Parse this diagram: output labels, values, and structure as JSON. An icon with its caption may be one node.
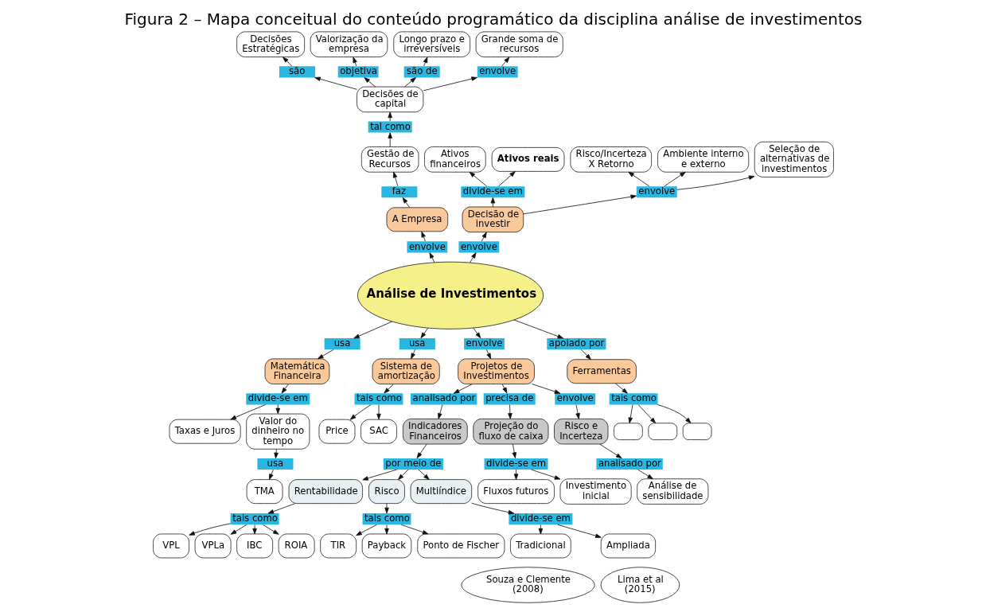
{
  "diagram": {
    "title": "Figura 2 – Mapa conceitual do conteúdo programático da disciplina análise de investimentos",
    "nodes": [
      {
        "text": [
          "Decisões Estratégicas"
        ]
      },
      {
        "text": [
          "Valorização da empresa"
        ]
      },
      {
        "text": [
          "Longo prazo e irreversíveis"
        ]
      },
      {
        "text": [
          "Grande soma de recursos"
        ]
      },
      {
        "text": [
          "são"
        ]
      },
      {
        "text": [
          "objetiva"
        ]
      },
      {
        "text": [
          "são de"
        ]
      },
      {
        "text": [
          "envolve"
        ]
      },
      {
        "text": [
          "Decisões de capital"
        ]
      },
      {
        "text": [
          "tal como"
        ]
      },
      {
        "text": [
          "Gestão de Recursos"
        ]
      },
      {
        "text": [
          "faz"
        ]
      },
      {
        "text": [
          "A Empresa"
        ]
      },
      {
        "text": [
          "envolve"
        ]
      },
      {
        "text": [
          "Ativos financeiros"
        ]
      },
      {
        "text": [
          "Ativos reais"
        ]
      },
      {
        "text": [
          "divide-se em"
        ]
      },
      {
        "text": [
          "Decisão de investir"
        ]
      },
      {
        "text": [
          "envolve"
        ]
      },
      {
        "text": [
          "Risco/Incerteza X Retorno"
        ]
      },
      {
        "text": [
          "envolve"
        ]
      },
      {
        "text": [
          "Ambiente interno e externo"
        ]
      },
      {
        "text": [
          "Seleção de alternativas de investimentos"
        ]
      },
      {
        "text": [
          "Análise de Investimentos"
        ]
      },
      {
        "text": [
          "usa"
        ]
      },
      {
        "text": [
          "Matemática Financeira"
        ]
      },
      {
        "text": [
          "divide-se em"
        ]
      },
      {
        "text": [
          "Taxas e Juros"
        ]
      },
      {
        "text": [
          "Valor do dinheiro no tempo"
        ]
      },
      {
        "text": [
          "usa"
        ]
      },
      {
        "text": [
          "TMA"
        ]
      },
      {
        "text": [
          "usa"
        ]
      },
      {
        "text": [
          "Sistema de amortização"
        ]
      },
      {
        "text": [
          "tais como"
        ]
      },
      {
        "text": [
          "Price"
        ]
      },
      {
        "text": [
          "SAC"
        ]
      },
      {
        "text": [
          "envolve"
        ]
      },
      {
        "text": [
          "Projetos de Investimentos"
        ]
      },
      {
        "text": [
          "apoiado por"
        ]
      },
      {
        "text": [
          "Ferramentas"
        ]
      },
      {
        "text": [
          "tais como"
        ]
      },
      {
        "text": [],
        "shape": "box"
      },
      {
        "text": [],
        "shape": "box"
      },
      {
        "text": [],
        "shape": "box"
      },
      {
        "text": [
          "analisado por"
        ]
      },
      {
        "text": [
          "Indicadores Financeiros"
        ]
      },
      {
        "text": [
          "precisa de"
        ]
      },
      {
        "text": [
          "envolve"
        ]
      },
      {
        "text": [
          "Risco e Incerteza"
        ]
      },
      {
        "text": [
          "por meio de"
        ]
      },
      {
        "text": [
          "Rentabilidade"
        ]
      },
      {
        "text": [
          "Risco"
        ]
      },
      {
        "text": [
          "Multiíndice"
        ]
      },
      {
        "text": [
          "tais como"
        ]
      },
      {
        "text": [
          "VPL"
        ]
      },
      {
        "text": [
          "VPLa"
        ]
      },
      {
        "text": [
          "IBC"
        ]
      },
      {
        "text": [
          "ROIA"
        ]
      },
      {
        "text": [
          "tais como"
        ]
      },
      {
        "text": [
          "TIR"
        ]
      },
      {
        "text": [
          "Payback"
        ]
      },
      {
        "text": [
          "Ponto de Fischer"
        ]
      },
      {
        "text": [
          "divide-se em"
        ]
      },
      {
        "text": [
          "Tradicional"
        ]
      },
      {
        "text": [
          "Ampliada"
        ]
      },
      {
        "text": [
          "Souza e Clemente (2008)"
        ]
      },
      {
        "text": [
          "Lima et al (2015)"
        ]
      },
      {
        "text": [
          "Projeção do fluxo de caixa"
        ]
      },
      {
        "text": [
          "divide-se em"
        ]
      },
      {
        "text": [
          "Fluxos futuros"
        ]
      },
      {
        "text": [
          "Investimento inicial"
        ]
      },
      {
        "text": [
          "analisado por"
        ]
      },
      {
        "text": [
          "Análise de sensibilidade"
        ]
      }
    ],
    "edges": [
      {
        "from": 8,
        "to": 4,
        "arrow": "to"
      },
      {
        "from": 4,
        "to": 0,
        "arrow": "to"
      },
      {
        "from": 8,
        "to": 5,
        "arrow": "to"
      },
      {
        "from": 5,
        "to": 1,
        "arrow": "to"
      },
      {
        "from": 8,
        "to": 6,
        "arrow": "to"
      },
      {
        "from": 6,
        "to": 2,
        "arrow": "to"
      },
      {
        "from": 8,
        "to": 7,
        "arrow": "to"
      },
      {
        "from": 7,
        "to": 3,
        "arrow": "to"
      },
      {
        "from": 10,
        "to": 9,
        "arrow": "to"
      },
      {
        "from": 9,
        "to": 8,
        "arrow": "to"
      },
      {
        "from": 12,
        "to": 11,
        "arrow": "to"
      },
      {
        "from": 11,
        "to": 10,
        "arrow": "to"
      },
      {
        "from": 23,
        "to": 13,
        "arrow": "to"
      },
      {
        "from": 13,
        "to": 12,
        "arrow": "to"
      },
      {
        "from": 17,
        "to": 16,
        "arrow": "to"
      },
      {
        "from": 16,
        "to": 14,
        "arrow": "to"
      },
      {
        "from": 16,
        "to": 15,
        "arrow": "to"
      },
      {
        "from": 23,
        "to": 18,
        "arrow": "to"
      },
      {
        "from": 18,
        "to": 17,
        "arrow": "to"
      },
      {
        "from": 17,
        "to": 20,
        "arrow": "to"
      },
      {
        "from": 20,
        "to": 19,
        "arrow": "to"
      },
      {
        "from": 20,
        "to": 21,
        "arrow": "to"
      },
      {
        "from": 20,
        "to": 22,
        "arrow": "to"
      },
      {
        "from": 23,
        "to": 24,
        "arrow": "to"
      },
      {
        "from": 24,
        "to": 25,
        "arrow": "to"
      },
      {
        "from": 25,
        "to": 26,
        "arrow": "to"
      },
      {
        "from": 26,
        "to": 27,
        "arrow": "to"
      },
      {
        "from": 26,
        "to": 28,
        "arrow": "to"
      },
      {
        "from": 28,
        "to": 29,
        "arrow": "to"
      },
      {
        "from": 29,
        "to": 30,
        "arrow": "to"
      },
      {
        "from": 23,
        "to": 31,
        "arrow": "to"
      },
      {
        "from": 31,
        "to": 32,
        "arrow": "to"
      },
      {
        "from": 32,
        "to": 33,
        "arrow": "to"
      },
      {
        "from": 33,
        "to": 34,
        "arrow": "to"
      },
      {
        "from": 33,
        "to": 35,
        "arrow": "to"
      },
      {
        "from": 23,
        "to": 36,
        "arrow": "to"
      },
      {
        "from": 36,
        "to": 37,
        "arrow": "to"
      },
      {
        "from": 23,
        "to": 38,
        "arrow": "to"
      },
      {
        "from": 38,
        "to": 39,
        "arrow": "to"
      },
      {
        "from": 39,
        "to": 40,
        "arrow": "to"
      },
      {
        "from": 40,
        "to": 41,
        "arrow": "to"
      },
      {
        "from": 40,
        "to": 42,
        "arrow": "to"
      },
      {
        "from": 40,
        "to": 43,
        "arrow": "to"
      },
      {
        "from": 37,
        "to": 44,
        "arrow": "to"
      },
      {
        "from": 44,
        "to": 45,
        "arrow": "to"
      },
      {
        "from": 37,
        "to": 46,
        "arrow": "to"
      },
      {
        "from": 46,
        "to": 67,
        "arrow": "to"
      },
      {
        "from": 37,
        "to": 47,
        "arrow": "to"
      },
      {
        "from": 47,
        "to": 48,
        "arrow": "to"
      },
      {
        "from": 45,
        "to": 49,
        "arrow": "to"
      },
      {
        "from": 49,
        "to": 50,
        "arrow": "to"
      },
      {
        "from": 49,
        "to": 51,
        "arrow": "to"
      },
      {
        "from": 49,
        "to": 52,
        "arrow": "to"
      },
      {
        "from": 50,
        "to": 53,
        "arrow": "to"
      },
      {
        "from": 53,
        "to": 54,
        "arrow": "to"
      },
      {
        "from": 53,
        "to": 55,
        "arrow": "to"
      },
      {
        "from": 53,
        "to": 56,
        "arrow": "to"
      },
      {
        "from": 53,
        "to": 57,
        "arrow": "to"
      },
      {
        "from": 51,
        "to": 58,
        "arrow": "to"
      },
      {
        "from": 58,
        "to": 59,
        "arrow": "to"
      },
      {
        "from": 58,
        "to": 61,
        "arrow": "to"
      },
      {
        "from": 58,
        "to": 60,
        "arrow": "to"
      },
      {
        "from": 52,
        "to": 62,
        "arrow": "to"
      },
      {
        "from": 62,
        "to": 63,
        "arrow": "to"
      },
      {
        "from": 62,
        "to": 64,
        "arrow": "to"
      },
      {
        "from": 67,
        "to": 68,
        "arrow": "to"
      },
      {
        "from": 68,
        "to": 69,
        "arrow": "to"
      },
      {
        "from": 68,
        "to": 70,
        "arrow": "to"
      },
      {
        "from": 48,
        "to": 71,
        "arrow": "to"
      },
      {
        "from": 71,
        "to": 72,
        "arrow": "to"
      }
    ]
  }
}
